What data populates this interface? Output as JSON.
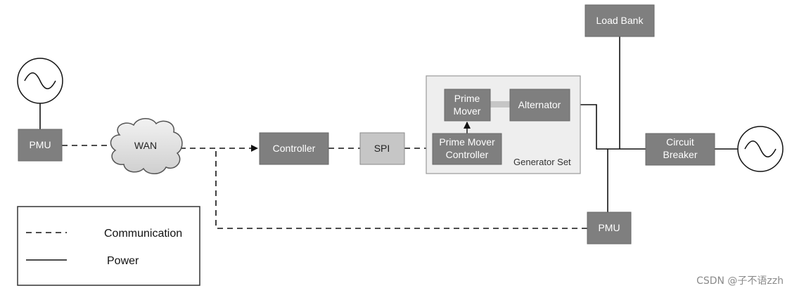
{
  "nodes": {
    "pmu_left": "PMU",
    "wan": "WAN",
    "controller": "Controller",
    "spi": "SPI",
    "prime_mover_line1": "Prime",
    "prime_mover_line2": "Mover",
    "alternator": "Alternator",
    "pm_controller_line1": "Prime Mover",
    "pm_controller_line2": "Controller",
    "generator_set": "Generator Set",
    "load_bank": "Load Bank",
    "circuit_breaker_line1": "Circuit",
    "circuit_breaker_line2": "Breaker",
    "pmu_bottom": "PMU"
  },
  "legend": {
    "communication": "Communication",
    "power": "Power"
  },
  "watermark": "CSDN @子不语zzh",
  "colors": {
    "box_fill": "#7f7f7f",
    "spi_fill": "#c6c6c6",
    "group_fill": "#eeeeee",
    "line": "#111111"
  }
}
